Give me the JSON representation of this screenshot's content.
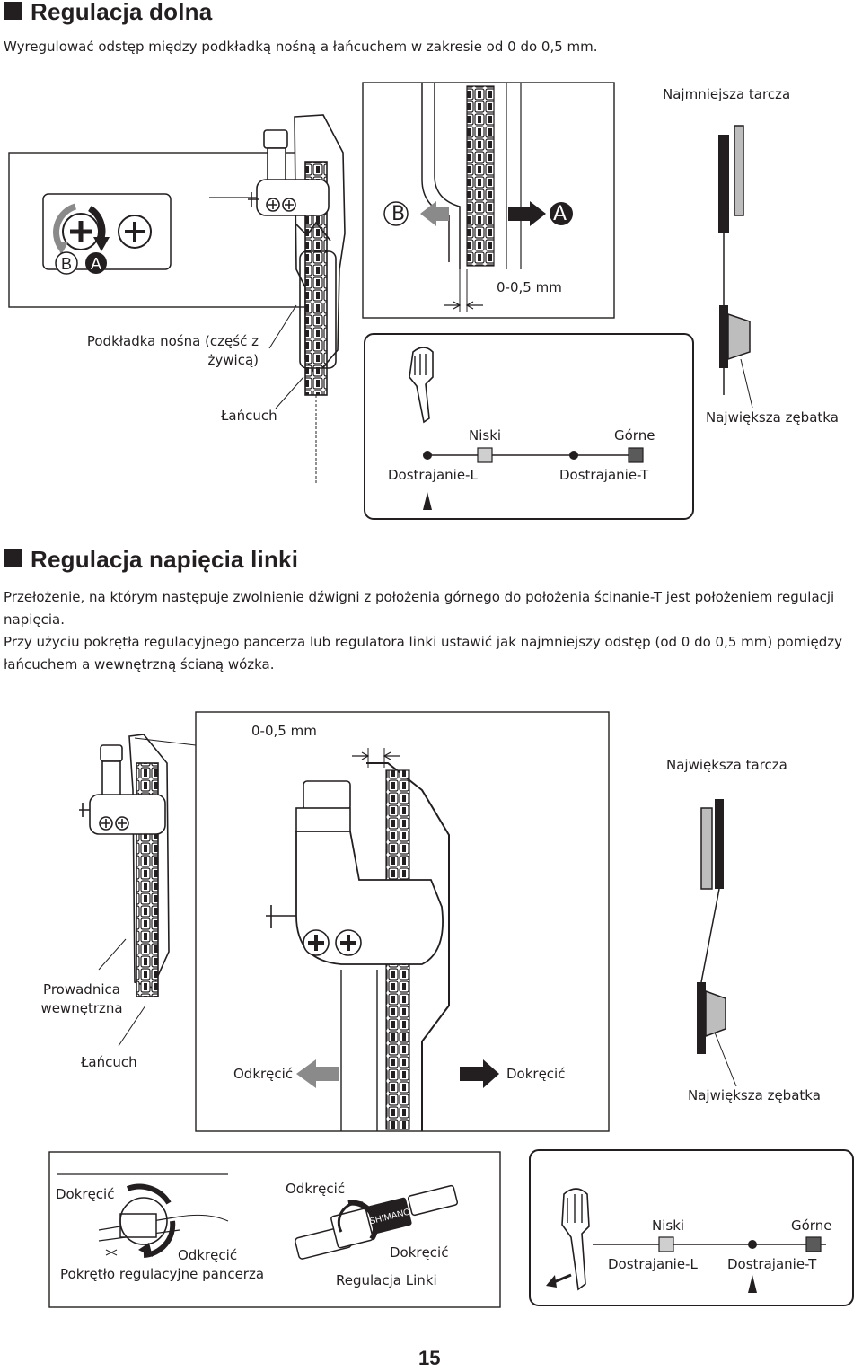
{
  "section1": {
    "title": "Regulacja dolna",
    "intro": "Wyregulować odstęp między podkładką nośną a łańcuchem w zakresie od 0 do 0,5 mm.",
    "screw_letters": [
      "B",
      "A"
    ],
    "gap_label": "0-0,5 mm",
    "smallest_ring": "Najmniejsza tarcza",
    "support_pad": "Podkładka nośna (część z żywicą)",
    "chain": "Łańcuch",
    "low": "Niski",
    "top": "Górne",
    "largest_sprocket": "Największa zębatka",
    "trim_l": "Dostrajanie-L",
    "trim_t": "Dostrajanie-T"
  },
  "section2": {
    "title": "Regulacja napięcia linki",
    "paragraph1": "Przełożenie, na którym następuje zwolnienie dźwigni z położenia górnego do położenia ścinanie-T jest położeniem regulacji napięcia.",
    "paragraph2": "Przy użyciu pokrętła regulacyjnego pancerza lub regulatora linki ustawić jak najmniejszy odstęp (od 0 do 0,5 mm) pomiędzy łańcuchem a wewnętrzną ścianą wózka.",
    "gap_label": "0-0,5 mm",
    "largest_ring": "Największa tarcza",
    "inner_guide": "Prowadnica wewnętrzna",
    "chain": "Łańcuch",
    "loosen": "Odkręcić",
    "tighten": "Dokręcić",
    "largest_sprocket": "Największa zębatka",
    "adjuster_tighten": "Dokręcić",
    "adjuster_loosen": "Odkręcić",
    "adjuster_label": "Pokrętło regulacyjne pancerza",
    "cable_loosen": "Odkręcić",
    "cable_tighten": "Dokręcić",
    "cable_label": "Regulacja Linki",
    "brand": "SHIMANO",
    "low": "Niski",
    "top": "Górne",
    "trim_l": "Dostrajanie-L",
    "trim_t": "Dostrajanie-T"
  },
  "page_number": "15"
}
